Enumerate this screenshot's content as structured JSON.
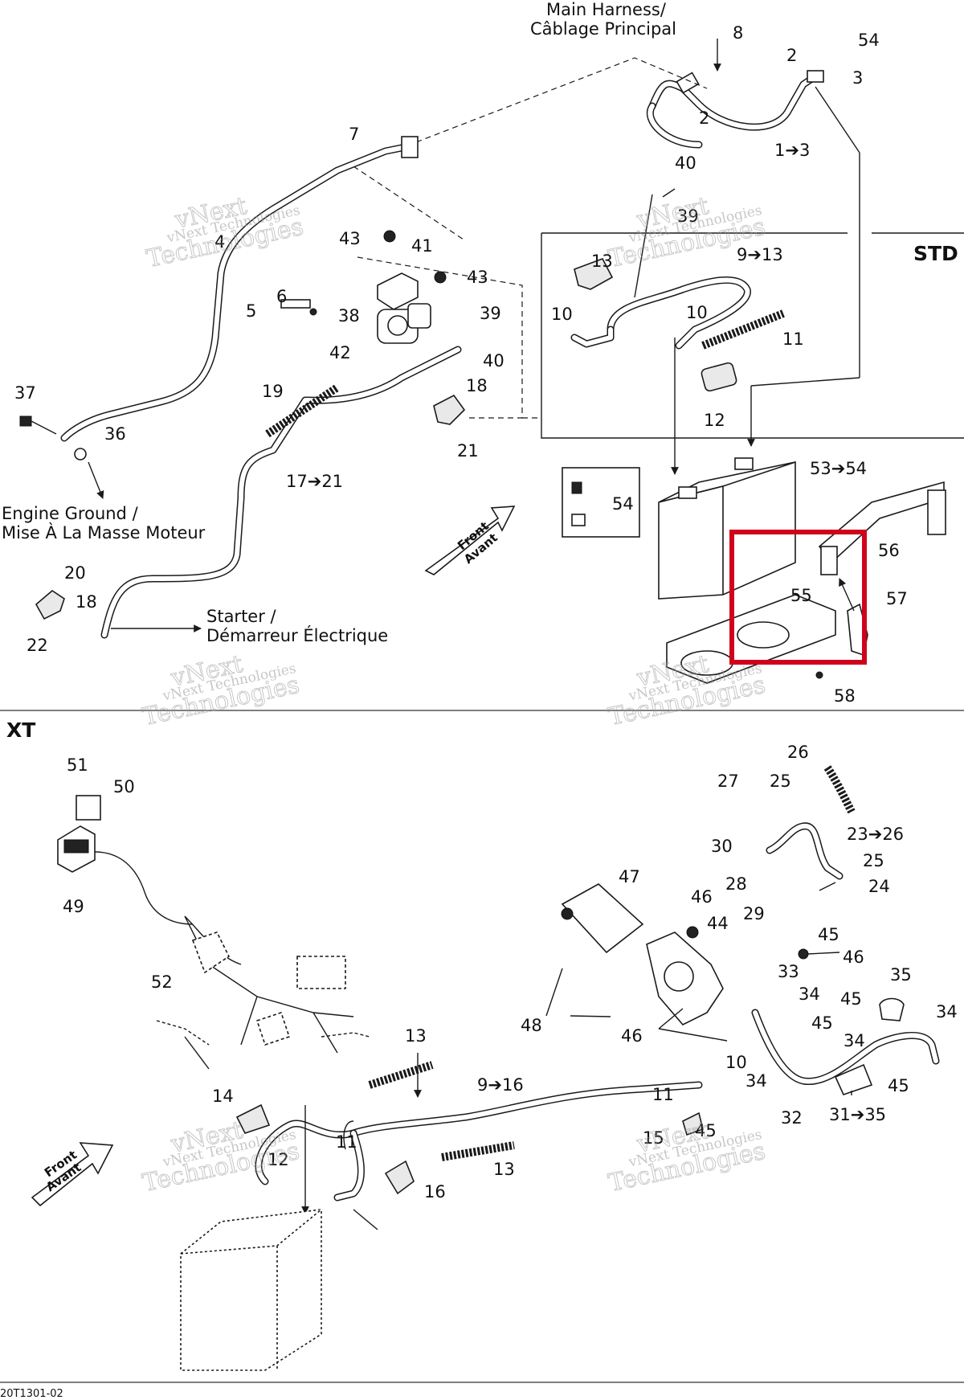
{
  "diagram": {
    "labels": {
      "main_harness": [
        "Main Harness/",
        "Câblage Principal"
      ],
      "engine_ground": [
        "Engine Ground /",
        "Mise À La Masse Moteur"
      ],
      "starter": [
        "Starter /",
        "Démarreur Électrique"
      ],
      "front": [
        "Front",
        "Avant"
      ]
    },
    "sections": {
      "std": "STD",
      "xt": "XT"
    },
    "reference_code": "20T1301-02",
    "watermark": {
      "line1": "vNext Technologies",
      "line2": "vNext",
      "line3": "Technologies"
    },
    "highlight_color": "#d0021b",
    "callouts_std": [
      "1➔3",
      "2",
      "2",
      "3",
      "4",
      "5",
      "6",
      "7",
      "8",
      "9➔13",
      "10",
      "10",
      "11",
      "12",
      "13",
      "17➔21",
      "18",
      "18",
      "19",
      "20",
      "21",
      "22",
      "36",
      "37",
      "38",
      "39",
      "39",
      "40",
      "40",
      "41",
      "42",
      "43",
      "43",
      "53➔54",
      "54",
      "54",
      "55",
      "56",
      "57",
      "58"
    ],
    "callouts_xt": [
      "9➔16",
      "10",
      "11",
      "11",
      "12",
      "13",
      "13",
      "14",
      "15",
      "16",
      "23➔26",
      "24",
      "25",
      "25",
      "26",
      "27",
      "28",
      "29",
      "30",
      "31➔35",
      "32",
      "33",
      "34",
      "34",
      "34",
      "34",
      "35",
      "44",
      "45",
      "45",
      "45",
      "45",
      "45",
      "46",
      "46",
      "46",
      "47",
      "48",
      "49",
      "50",
      "51",
      "52"
    ]
  }
}
